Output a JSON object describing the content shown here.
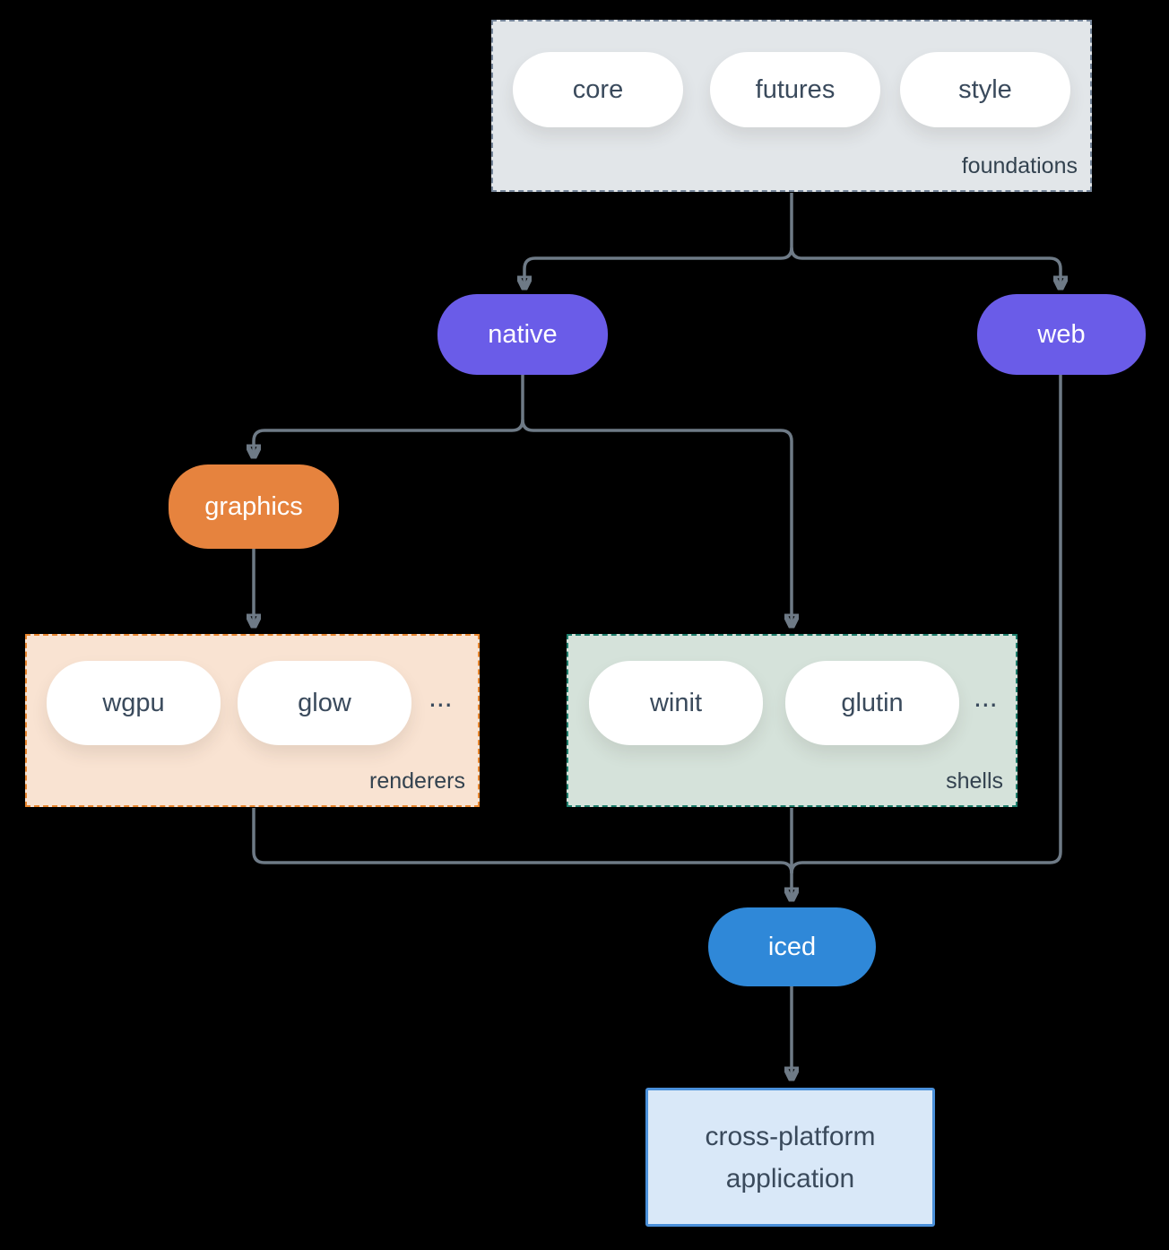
{
  "diagram": {
    "foundations": {
      "label": "foundations",
      "items": [
        "core",
        "futures",
        "style"
      ]
    },
    "native": {
      "label": "native"
    },
    "web": {
      "label": "web"
    },
    "graphics": {
      "label": "graphics"
    },
    "renderers": {
      "label": "renderers",
      "items": [
        "wgpu",
        "glow"
      ],
      "more": "..."
    },
    "shells": {
      "label": "shells",
      "items": [
        "winit",
        "glutin"
      ],
      "more": "..."
    },
    "iced": {
      "label": "iced"
    },
    "application": {
      "line1": "cross-platform",
      "line2": "application"
    },
    "colors": {
      "background": "#000000",
      "edge": "#6e7a86",
      "foundations_fill": "#e2e6e9",
      "foundations_border": "#76869a",
      "native_web_fill": "#6a5ce8",
      "graphics_fill": "#e6833e",
      "renderers_fill": "#f9e3d2",
      "renderers_border": "#e8862e",
      "shells_fill": "#d5e2da",
      "shells_border": "#1d7d6b",
      "iced_fill": "#2f88d8",
      "application_fill": "#d9e8f8",
      "application_border": "#4a90da",
      "dark_text": "#3a4a5c",
      "light_text": "#ffffff"
    }
  }
}
